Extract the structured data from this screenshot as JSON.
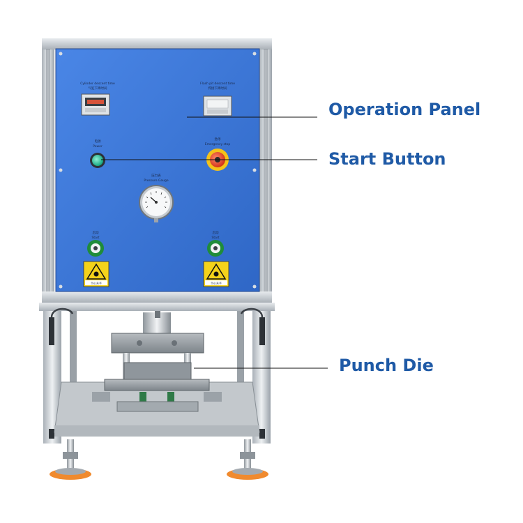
{
  "annotations": {
    "operation_panel": "Operation Panel",
    "start_button": "Start Button",
    "punch_die": "Punch Die"
  },
  "panel": {
    "timer_left_label": "Cylinder descent time",
    "timer_left_label_cn": "气缸下降时间",
    "timer_right_label": "Flash pit descent time",
    "timer_right_label_cn": "焊接下降时间",
    "power_label_cn": "电源",
    "power_label": "Power",
    "estop_label_cn": "急停",
    "estop_label": "Emergency stop",
    "gauge_label_cn": "压力表",
    "gauge_label": "Pressure Gauge",
    "start_left_label_cn": "启动",
    "start_left_label": "Start",
    "start_right_label_cn": "启动",
    "start_right_label": "Start",
    "warning_left": "当心夹手",
    "warning_right": "当心夹手"
  },
  "colors": {
    "panel_blue": "#3d77d8",
    "callout_text": "#1f5aa6",
    "frame_silver": "#c9ced4",
    "foot_orange": "#f08a2e",
    "power_green": "#1fc29a",
    "estop_red": "#e8462a",
    "warning_yellow": "#f4d21a"
  },
  "icons": [
    "warning-hand-icon",
    "pressure-gauge-icon"
  ]
}
